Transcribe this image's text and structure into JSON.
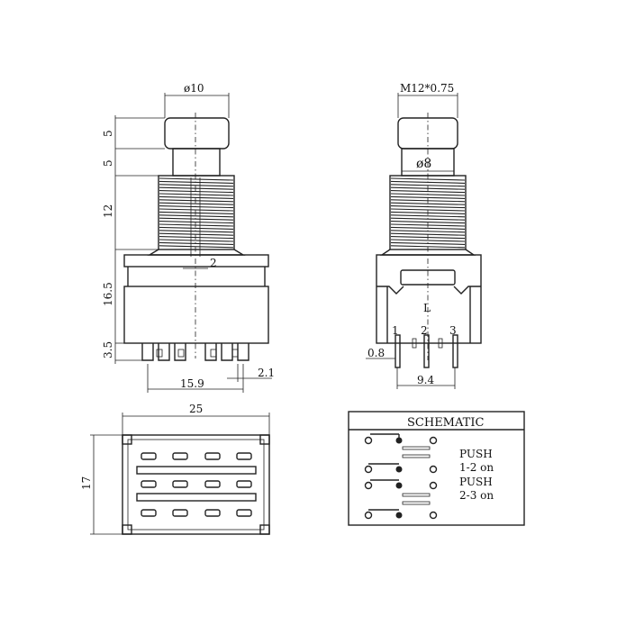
{
  "dimensions": {
    "cap_diameter": "ø10",
    "cap_height": "5",
    "collar_height": "5",
    "thread_length": "12",
    "body_height": "16.5",
    "pin_height": "3.5",
    "offset": "2",
    "pin_span_front": "15.9",
    "pin_width": "2.1",
    "thread_spec": "M12*0.75",
    "collar_diameter": "ø8",
    "pin_thickness": "0.8",
    "pin_span_side": "9.4",
    "body_width": "25",
    "body_depth": "17"
  },
  "side_view": {
    "body_letter": "L",
    "pin_labels": [
      "1",
      "2",
      "3"
    ]
  },
  "schematic": {
    "title": "SCHEMATIC",
    "state1_line1": "PUSH",
    "state1_line2": "1-2 on",
    "state2_line1": "PUSH",
    "state2_line2": "2-3 on"
  }
}
